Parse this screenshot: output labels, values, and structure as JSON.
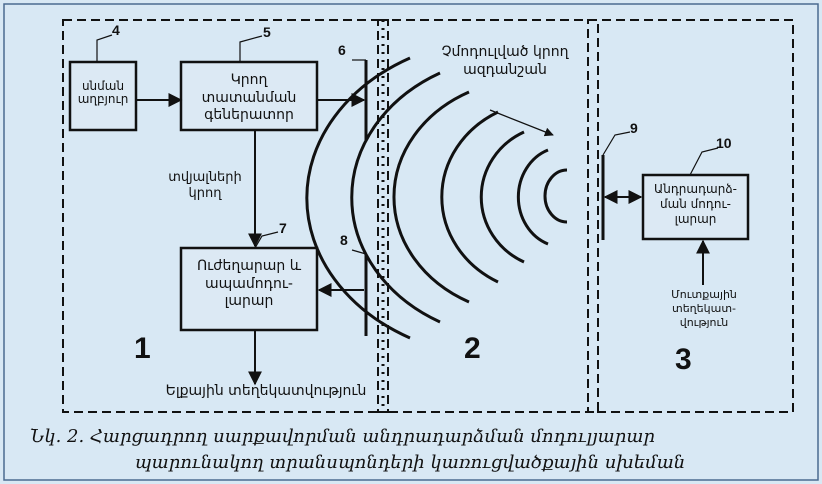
{
  "diagram": {
    "section_numbers": [
      "1",
      "2",
      "3"
    ],
    "block_numbers": [
      "4",
      "5",
      "6",
      "7",
      "8",
      "9",
      "10"
    ],
    "blocks": {
      "b4": "սնման աղբյուր",
      "b5": "Կրող տատանման գեներատոր",
      "b7": "Ուժեղարար և ապամոդու-լարար",
      "b10": "Անդրադարձ-ման մոդու-լարար"
    },
    "labels": {
      "carrier_signal": "Չմոդուլված կրող ազդանշան",
      "incoming_carrier": "տվյալների կրող",
      "internal_info": "Մուտքային տեղեկատ-վություն",
      "output_info": "Ելքային տեղեկատվություն"
    },
    "caption": {
      "line1": "Նկ. 2. Հարցադրող սարքավորման անդրադարձման մոդուլյարար",
      "line2": "պարունակող տրանսպոնդերի կառուցվածքային սխեման"
    },
    "colors": {
      "background": "#d8e8f4",
      "ink": "#111111"
    }
  }
}
